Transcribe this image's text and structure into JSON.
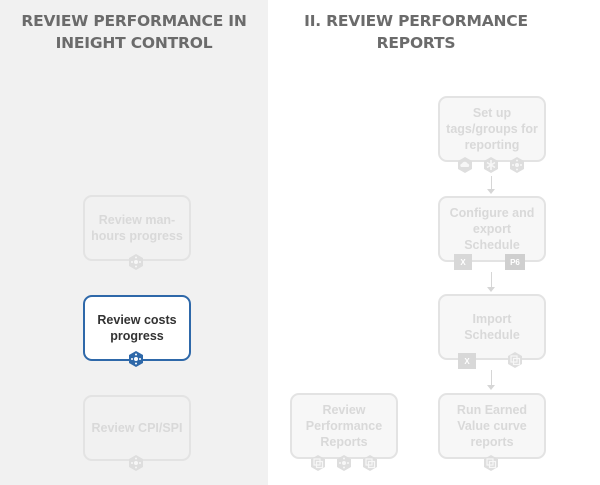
{
  "headings": {
    "left": "REVIEW PERFORMANCE IN INEIGHT CONTROL",
    "right": "II. REVIEW PERFORMANCE REPORTS"
  },
  "left_steps": [
    {
      "label": "Review man-hours progress",
      "icon": "node-icon",
      "active": false
    },
    {
      "label": "Review costs progress",
      "icon": "node-icon",
      "active": true
    },
    {
      "label": "Review CPI/SPI",
      "icon": "node-icon",
      "active": false
    }
  ],
  "right_steps": [
    {
      "label": "Set up tags/groups for reporting",
      "icons": [
        "cloud-icon",
        "asterisk-icon",
        "node-icon"
      ]
    },
    {
      "label": "Configure and export Schedule",
      "icons": [
        "excel-icon",
        "p6-icon"
      ]
    },
    {
      "label": "Import Schedule",
      "icons": [
        "excel-icon",
        "layers-icon"
      ]
    },
    {
      "label": "Run Earned Value curve reports",
      "icons": [
        "layers-icon"
      ]
    }
  ],
  "side_step": {
    "label": "Review Performance Reports",
    "icons": [
      "layers-icon",
      "node-icon",
      "layers-icon"
    ]
  },
  "app_labels": {
    "excel": "X",
    "p6": "P6"
  },
  "colors": {
    "accent": "#2e68a9",
    "faded": "#d9d9d9",
    "left_panel": "#f1f1f1",
    "heading": "#6b6b6b"
  }
}
